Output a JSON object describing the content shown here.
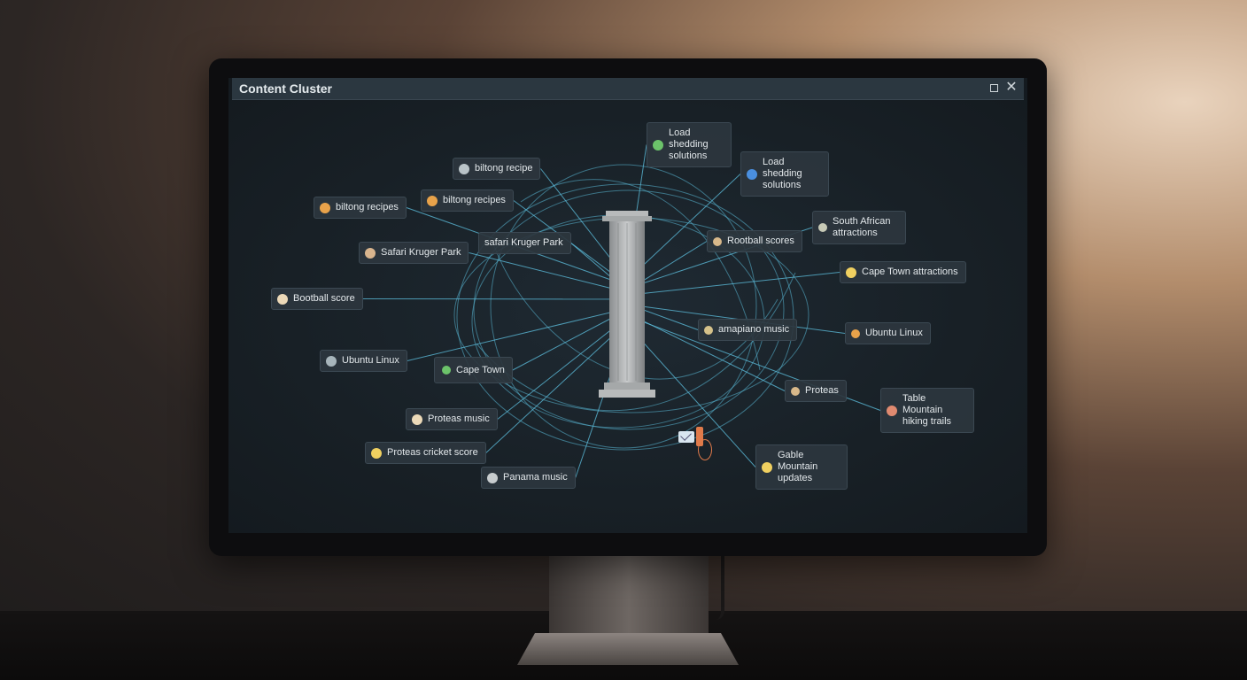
{
  "window": {
    "title": "Content Cluster",
    "maximize_label": "",
    "close_label": "✕"
  },
  "colors": {
    "link": "#5ab8d6",
    "accent_green": "#6cc36a",
    "accent_blue": "#4a8fe0",
    "accent_orange": "#e8a24a",
    "accent_yellow": "#f0d060",
    "accent_salmon": "#e08a70"
  },
  "center_icon": "pillar-icon",
  "nodes": [
    {
      "label": "Load shedding solutions",
      "color": "#6cc36a"
    },
    {
      "label": "Load shedding solutions",
      "color": "#4a8fe0"
    },
    {
      "label": "biltong recipe",
      "color": "#b9c3c7"
    },
    {
      "label": "biltong recipes",
      "color": "#e8a24a"
    },
    {
      "label": "biltong recipes",
      "color": "#e8a24a"
    },
    {
      "label": "safari Kruger Park",
      "color": ""
    },
    {
      "label": "Safari Kruger Park",
      "color": "#d9b58e"
    },
    {
      "label": "Bootball score",
      "color": "#ecd9b8"
    },
    {
      "label": "Rootball scores",
      "color": "#d8b88a"
    },
    {
      "label": "South African attractions",
      "color": "#c7c9b6"
    },
    {
      "label": "Cape Town attractions",
      "color": "#f0d060"
    },
    {
      "label": "amapiano music",
      "color": "#d6c28a"
    },
    {
      "label": "Ubuntu Linux",
      "color": "#a7b5bb"
    },
    {
      "label": "Ubuntu Linux",
      "color": "#e8a24a"
    },
    {
      "label": "Cape Town",
      "color": "#6cc36a"
    },
    {
      "label": "Proteas",
      "color": "#d8b88a"
    },
    {
      "label": "Table Mountain hiking trails",
      "color": "#e08a70"
    },
    {
      "label": "Proteas music",
      "color": "#ecd9b8"
    },
    {
      "label": "Proteas cricket score",
      "color": "#f0d060"
    },
    {
      "label": "Gable Mountain updates",
      "color": "#f0d060"
    },
    {
      "label": "Panama music",
      "color": "#c7ccce"
    }
  ]
}
